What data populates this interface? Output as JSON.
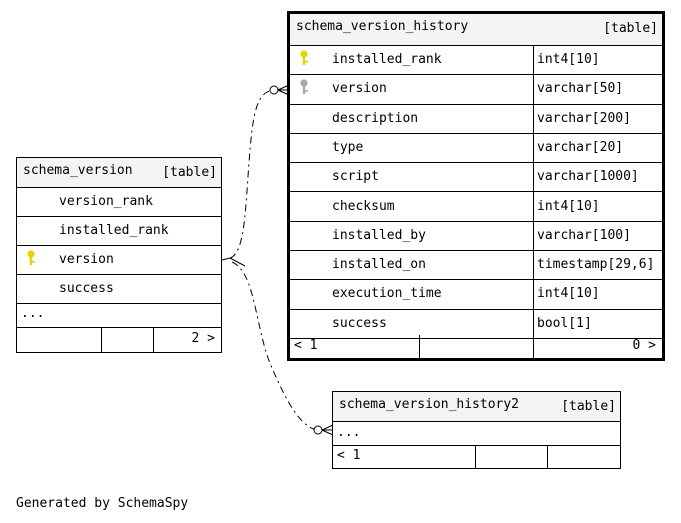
{
  "colors": {
    "primary_key": "#e5d200",
    "foreign_key": "#a8a8a8",
    "header_bg": "#f4f4f4"
  },
  "tables": {
    "schema_version": {
      "name": "schema_version",
      "kind": "[table]",
      "columns": [
        {
          "name": "version_rank",
          "key": ""
        },
        {
          "name": "installed_rank",
          "key": ""
        },
        {
          "name": "version",
          "key": "primary-key-icon"
        },
        {
          "name": "success",
          "key": ""
        }
      ],
      "ellipsis": "...",
      "footer_right": "2 >"
    },
    "schema_version_history": {
      "name": "schema_version_history",
      "kind": "[table]",
      "columns": [
        {
          "name": "installed_rank",
          "type": "int4[10]",
          "key": "primary-key-icon"
        },
        {
          "name": "version",
          "type": "varchar[50]",
          "key": "foreign-key-icon"
        },
        {
          "name": "description",
          "type": "varchar[200]",
          "key": ""
        },
        {
          "name": "type",
          "type": "varchar[20]",
          "key": ""
        },
        {
          "name": "script",
          "type": "varchar[1000]",
          "key": ""
        },
        {
          "name": "checksum",
          "type": "int4[10]",
          "key": ""
        },
        {
          "name": "installed_by",
          "type": "varchar[100]",
          "key": ""
        },
        {
          "name": "installed_on",
          "type": "timestamp[29,6]",
          "key": ""
        },
        {
          "name": "execution_time",
          "type": "int4[10]",
          "key": ""
        },
        {
          "name": "success",
          "type": "bool[1]",
          "key": ""
        }
      ],
      "footer_left": "< 1",
      "footer_right": "0 >"
    },
    "schema_version_history2": {
      "name": "schema_version_history2",
      "kind": "[table]",
      "ellipsis": "...",
      "footer_left": "< 1"
    }
  },
  "footer_note": "Generated by SchemaSpy"
}
